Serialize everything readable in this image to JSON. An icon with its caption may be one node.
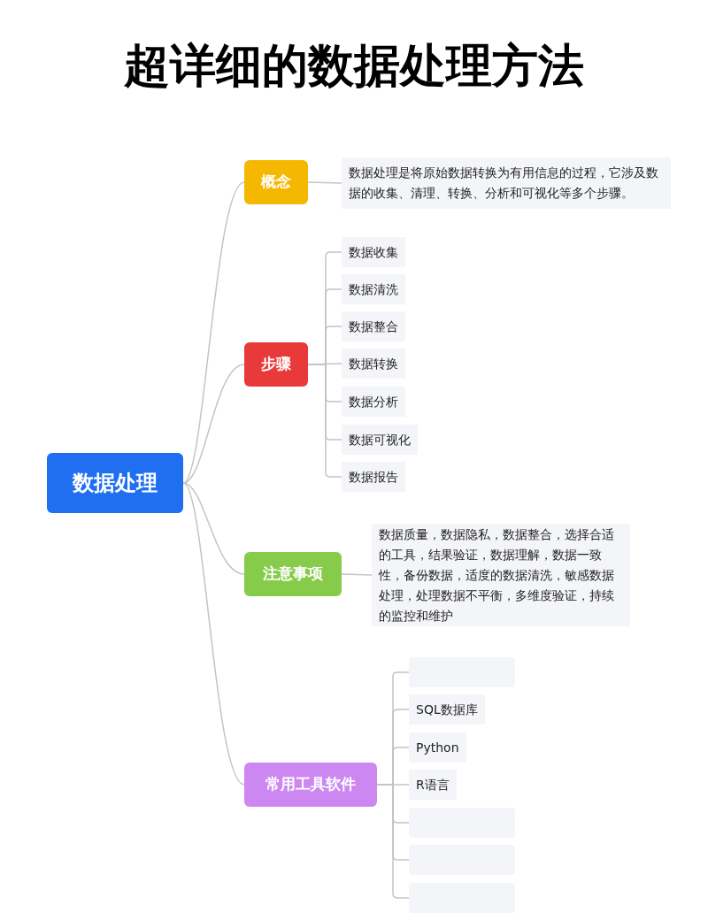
{
  "diagram": {
    "title": "超详细的数据处理方法",
    "nodes": [
      {
        "text": [
          "数据处理"
        ]
      },
      {
        "text": [
          "概念"
        ]
      },
      {
        "text": [
          "数据处理是将原始数据转换为有用信息的过程，它涉及数据的收集、清理、转换、分析和可视化等多个步骤。"
        ]
      },
      {
        "text": [
          "步骤"
        ]
      },
      {
        "text": [
          "数据收集"
        ]
      },
      {
        "text": [
          "数据清洗"
        ]
      },
      {
        "text": [
          "数据整合"
        ]
      },
      {
        "text": [
          "数据转换"
        ]
      },
      {
        "text": [
          "数据分析"
        ]
      },
      {
        "text": [
          "数据可视化"
        ]
      },
      {
        "text": [
          "数据报告"
        ]
      },
      {
        "text": [
          "注意事项"
        ]
      },
      {
        "text": [
          "数据质量，数据隐私，数据整合，选择合适的工具，结果验证，数据理解，数据一致性，备份数据，适度的数据清洗，敏感数据处理，处理数据不平衡，多维度验证，持续的监控和维护"
        ]
      },
      {
        "text": [
          "常用工具软件"
        ]
      },
      {
        "text": [],
        "shape": "box"
      },
      {
        "text": [
          "SQL数据库"
        ]
      },
      {
        "text": [
          "Python"
        ]
      },
      {
        "text": [
          "R语言"
        ]
      },
      {
        "text": [],
        "shape": "box"
      },
      {
        "text": [],
        "shape": "box"
      },
      {
        "text": [],
        "shape": "box"
      }
    ],
    "edges": [
      {
        "from": 0,
        "to": 1,
        "arrow": "none"
      },
      {
        "from": 0,
        "to": 3,
        "arrow": "none"
      },
      {
        "from": 0,
        "to": 11,
        "arrow": "none"
      },
      {
        "from": 0,
        "to": 13,
        "arrow": "none"
      },
      {
        "from": 1,
        "to": 2,
        "arrow": "none"
      },
      {
        "from": 3,
        "to": 4,
        "arrow": "none"
      },
      {
        "from": 3,
        "to": 5,
        "arrow": "none"
      },
      {
        "from": 3,
        "to": 6,
        "arrow": "none"
      },
      {
        "from": 3,
        "to": 7,
        "arrow": "none"
      },
      {
        "from": 3,
        "to": 8,
        "arrow": "none"
      },
      {
        "from": 3,
        "to": 9,
        "arrow": "none"
      },
      {
        "from": 3,
        "to": 10,
        "arrow": "none"
      },
      {
        "from": 11,
        "to": 12,
        "arrow": "none"
      },
      {
        "from": 13,
        "to": 14,
        "arrow": "none"
      },
      {
        "from": 13,
        "to": 15,
        "arrow": "none"
      },
      {
        "from": 13,
        "to": 16,
        "arrow": "none"
      },
      {
        "from": 13,
        "to": 17,
        "arrow": "none"
      },
      {
        "from": 13,
        "to": 18,
        "arrow": "none"
      },
      {
        "from": 13,
        "to": 19,
        "arrow": "none"
      },
      {
        "from": 13,
        "to": 20,
        "arrow": "none"
      }
    ]
  }
}
